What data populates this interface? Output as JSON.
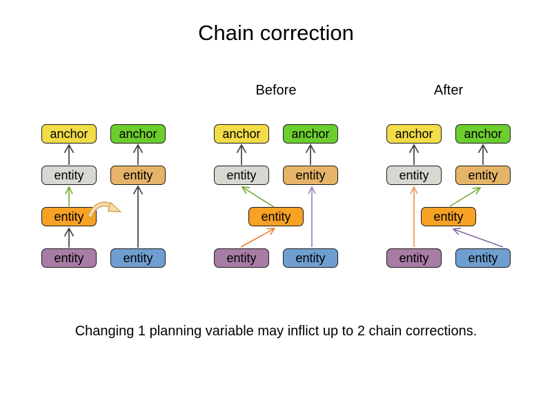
{
  "title": "Chain correction",
  "caption": "Changing 1 planning variable may inflict up to 2 chain corrections.",
  "box_labels": {
    "anchor": "anchor",
    "entity": "entity"
  },
  "groups": {
    "initial": {
      "header": ""
    },
    "before": {
      "header": "Before"
    },
    "after": {
      "header": "After"
    }
  },
  "diagram": {
    "groups": [
      {
        "id": "initial",
        "edges": [
          {
            "from": "entity-purple",
            "to": "entity-orange",
            "color": "black"
          },
          {
            "from": "entity-orange",
            "to": "entity-gray",
            "color": "green"
          },
          {
            "from": "entity-gray",
            "to": "anchor-yellow",
            "color": "black"
          },
          {
            "from": "entity-blue",
            "to": "entity-tan",
            "color": "black"
          },
          {
            "from": "entity-tan",
            "to": "anchor-green",
            "color": "black"
          }
        ],
        "move_arrow": {
          "entity": "entity-orange",
          "target": "second chain between entity-blue and entity-tan"
        }
      },
      {
        "id": "before",
        "edges": [
          {
            "from": "entity-purple",
            "to": "entity-orange",
            "color": "orange"
          },
          {
            "from": "entity-orange",
            "to": "entity-gray",
            "color": "green"
          },
          {
            "from": "entity-gray",
            "to": "anchor-yellow",
            "color": "black"
          },
          {
            "from": "entity-blue",
            "to": "entity-tan",
            "color": "violet"
          },
          {
            "from": "entity-tan",
            "to": "anchor-green",
            "color": "black"
          }
        ]
      },
      {
        "id": "after",
        "edges": [
          {
            "from": "entity-purple",
            "to": "entity-gray",
            "color": "orange"
          },
          {
            "from": "entity-orange",
            "to": "entity-tan",
            "color": "green"
          },
          {
            "from": "entity-gray",
            "to": "anchor-yellow",
            "color": "black"
          },
          {
            "from": "entity-blue",
            "to": "entity-orange",
            "color": "violet"
          },
          {
            "from": "entity-tan",
            "to": "anchor-green",
            "color": "black"
          }
        ]
      }
    ]
  },
  "colors": {
    "anchor-yellow": "#F2DC48",
    "anchor-green": "#6CCE2E",
    "entity-gray": "#D8D8D2",
    "entity-tan": "#E6B469",
    "entity-orange": "#F7A125",
    "entity-purple": "#A77CA5",
    "entity-blue": "#6F9FD0",
    "arrow-black": "#404040",
    "arrow-green": "#6FA82F",
    "arrow-orange": "#ED7D31",
    "arrow-orange-light": "#F0A064",
    "arrow-violet": "#8468A4",
    "arrow-violet-light": "#A78FC4",
    "move-fill": "#F5DCA8",
    "move-stroke": "#D2A55A"
  }
}
